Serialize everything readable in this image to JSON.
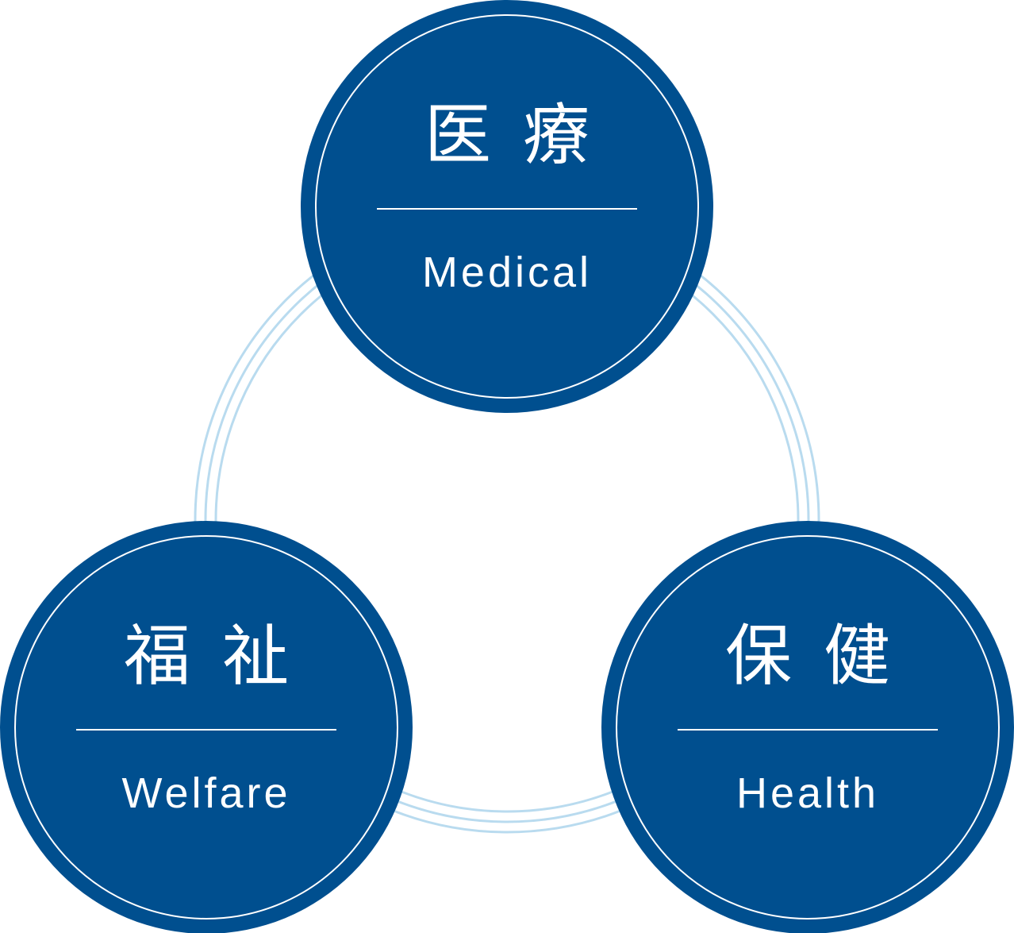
{
  "colors": {
    "circle_fill": "#004f8f",
    "ring_line": "#b9dbef",
    "text": "#ffffff"
  },
  "nodes": {
    "medical": {
      "kanji": "医療",
      "english": "Medical"
    },
    "welfare": {
      "kanji": "福祉",
      "english": "Welfare"
    },
    "health": {
      "kanji": "保健",
      "english": "Health"
    }
  }
}
